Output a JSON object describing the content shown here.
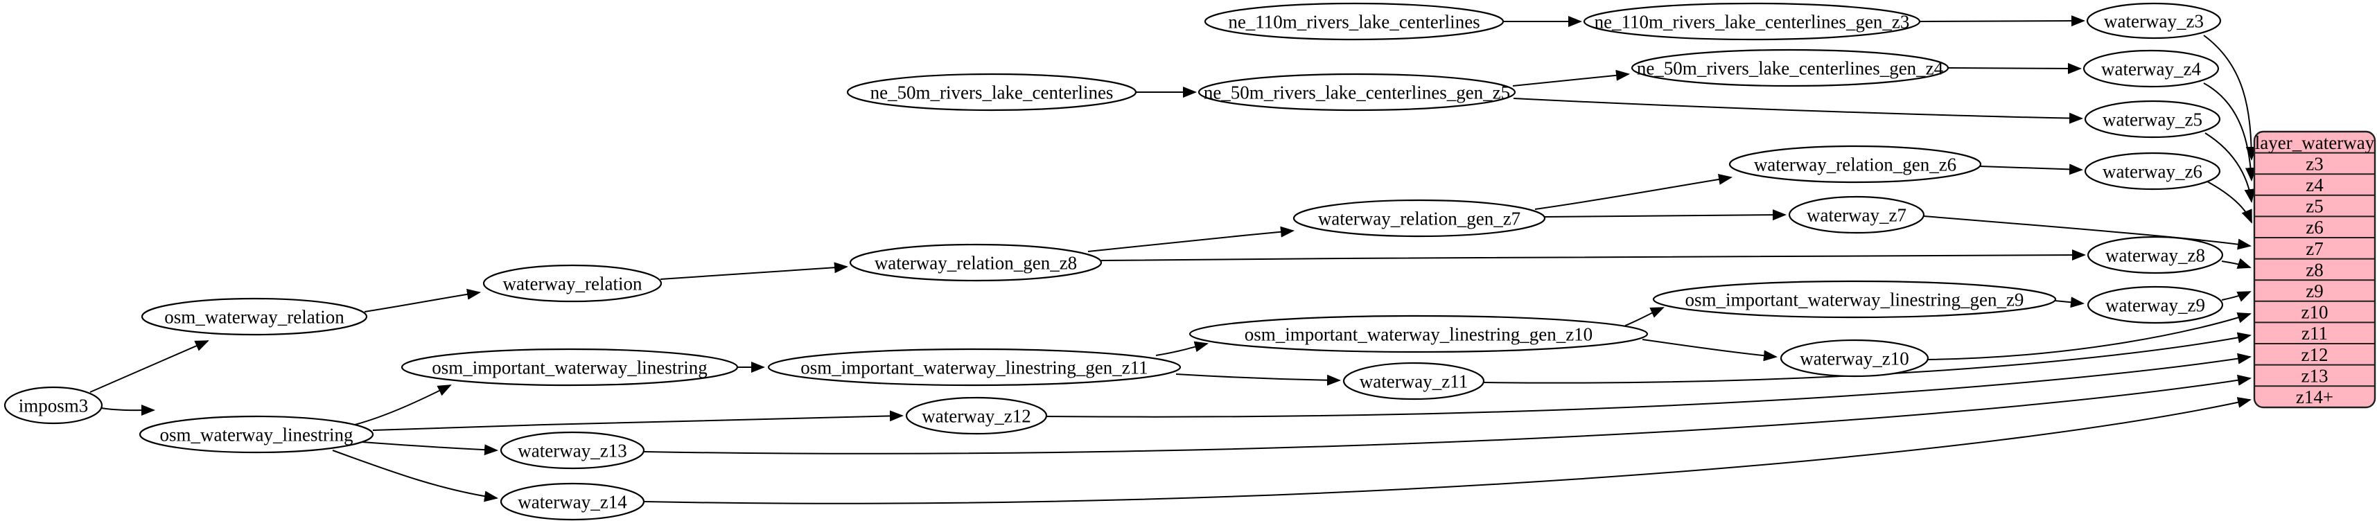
{
  "diagram": {
    "kind": "etl-dependency-graph",
    "background": "#ffffff",
    "colors": {
      "node_fill": "#ffffff",
      "node_stroke": "#000000",
      "edge": "#000000",
      "table_fill": "#ffb6c1",
      "table_stroke": "#1f1f1f"
    },
    "nodes": {
      "imposm3": {
        "label": "imposm3"
      },
      "osm_waterway_relation": {
        "label": "osm_waterway_relation"
      },
      "osm_waterway_linestring": {
        "label": "osm_waterway_linestring"
      },
      "waterway_relation": {
        "label": "waterway_relation"
      },
      "osm_important_waterway_linestring": {
        "label": "osm_important_waterway_linestring"
      },
      "ne_110m_rivers_lake_centerlines": {
        "label": "ne_110m_rivers_lake_centerlines"
      },
      "ne_110m_rivers_lake_centerlines_gen_z3": {
        "label": "ne_110m_rivers_lake_centerlines_gen_z3"
      },
      "ne_50m_rivers_lake_centerlines": {
        "label": "ne_50m_rivers_lake_centerlines"
      },
      "ne_50m_rivers_lake_centerlines_gen_z5": {
        "label": "ne_50m_rivers_lake_centerlines_gen_z5"
      },
      "ne_50m_rivers_lake_centerlines_gen_z4": {
        "label": "ne_50m_rivers_lake_centerlines_gen_z4"
      },
      "waterway_relation_gen_z8": {
        "label": "waterway_relation_gen_z8"
      },
      "waterway_relation_gen_z7": {
        "label": "waterway_relation_gen_z7"
      },
      "waterway_relation_gen_z6": {
        "label": "waterway_relation_gen_z6"
      },
      "osm_important_waterway_linestring_gen_z11": {
        "label": "osm_important_waterway_linestring_gen_z11"
      },
      "osm_important_waterway_linestring_gen_z10": {
        "label": "osm_important_waterway_linestring_gen_z10"
      },
      "osm_important_waterway_linestring_gen_z9": {
        "label": "osm_important_waterway_linestring_gen_z9"
      },
      "waterway_z3": {
        "label": "waterway_z3"
      },
      "waterway_z4": {
        "label": "waterway_z4"
      },
      "waterway_z5": {
        "label": "waterway_z5"
      },
      "waterway_z6": {
        "label": "waterway_z6"
      },
      "waterway_z7": {
        "label": "waterway_z7"
      },
      "waterway_z8": {
        "label": "waterway_z8"
      },
      "waterway_z9": {
        "label": "waterway_z9"
      },
      "waterway_z10": {
        "label": "waterway_z10"
      },
      "waterway_z11": {
        "label": "waterway_z11"
      },
      "waterway_z12": {
        "label": "waterway_z12"
      },
      "waterway_z13": {
        "label": "waterway_z13"
      },
      "waterway_z14": {
        "label": "waterway_z14"
      }
    },
    "table": {
      "title": "layer_waterway",
      "rows": [
        "z3",
        "z4",
        "z5",
        "z6",
        "z7",
        "z8",
        "z9",
        "z10",
        "z11",
        "z12",
        "z13",
        "z14+"
      ]
    },
    "edges": [
      {
        "from": "imposm3",
        "to": "osm_waterway_relation"
      },
      {
        "from": "imposm3",
        "to": "osm_waterway_linestring"
      },
      {
        "from": "osm_waterway_relation",
        "to": "waterway_relation"
      },
      {
        "from": "waterway_relation",
        "to": "waterway_relation_gen_z8"
      },
      {
        "from": "waterway_relation_gen_z8",
        "to": "waterway_relation_gen_z7"
      },
      {
        "from": "waterway_relation_gen_z8",
        "to": "waterway_z8"
      },
      {
        "from": "waterway_relation_gen_z7",
        "to": "waterway_relation_gen_z6"
      },
      {
        "from": "waterway_relation_gen_z7",
        "to": "waterway_z7"
      },
      {
        "from": "waterway_relation_gen_z6",
        "to": "waterway_z6"
      },
      {
        "from": "ne_110m_rivers_lake_centerlines",
        "to": "ne_110m_rivers_lake_centerlines_gen_z3"
      },
      {
        "from": "ne_110m_rivers_lake_centerlines_gen_z3",
        "to": "waterway_z3"
      },
      {
        "from": "ne_50m_rivers_lake_centerlines",
        "to": "ne_50m_rivers_lake_centerlines_gen_z5"
      },
      {
        "from": "ne_50m_rivers_lake_centerlines_gen_z5",
        "to": "ne_50m_rivers_lake_centerlines_gen_z4"
      },
      {
        "from": "ne_50m_rivers_lake_centerlines_gen_z5",
        "to": "waterway_z5"
      },
      {
        "from": "ne_50m_rivers_lake_centerlines_gen_z4",
        "to": "waterway_z4"
      },
      {
        "from": "osm_waterway_linestring",
        "to": "osm_important_waterway_linestring"
      },
      {
        "from": "osm_waterway_linestring",
        "to": "waterway_z12"
      },
      {
        "from": "osm_waterway_linestring",
        "to": "waterway_z13"
      },
      {
        "from": "osm_waterway_linestring",
        "to": "waterway_z14"
      },
      {
        "from": "osm_important_waterway_linestring",
        "to": "osm_important_waterway_linestring_gen_z11"
      },
      {
        "from": "osm_important_waterway_linestring_gen_z11",
        "to": "osm_important_waterway_linestring_gen_z10"
      },
      {
        "from": "osm_important_waterway_linestring_gen_z11",
        "to": "waterway_z11"
      },
      {
        "from": "osm_important_waterway_linestring_gen_z10",
        "to": "osm_important_waterway_linestring_gen_z9"
      },
      {
        "from": "osm_important_waterway_linestring_gen_z10",
        "to": "waterway_z10"
      },
      {
        "from": "osm_important_waterway_linestring_gen_z9",
        "to": "waterway_z9"
      },
      {
        "from": "waterway_z3",
        "to": "layer_waterway.z3"
      },
      {
        "from": "waterway_z4",
        "to": "layer_waterway.z4"
      },
      {
        "from": "waterway_z5",
        "to": "layer_waterway.z5"
      },
      {
        "from": "waterway_z6",
        "to": "layer_waterway.z6"
      },
      {
        "from": "waterway_z7",
        "to": "layer_waterway.z7"
      },
      {
        "from": "waterway_z8",
        "to": "layer_waterway.z8"
      },
      {
        "from": "waterway_z9",
        "to": "layer_waterway.z9"
      },
      {
        "from": "waterway_z10",
        "to": "layer_waterway.z10"
      },
      {
        "from": "waterway_z11",
        "to": "layer_waterway.z11"
      },
      {
        "from": "waterway_z12",
        "to": "layer_waterway.z12"
      },
      {
        "from": "waterway_z13",
        "to": "layer_waterway.z13"
      },
      {
        "from": "waterway_z14",
        "to": "layer_waterway.z14+"
      }
    ]
  }
}
